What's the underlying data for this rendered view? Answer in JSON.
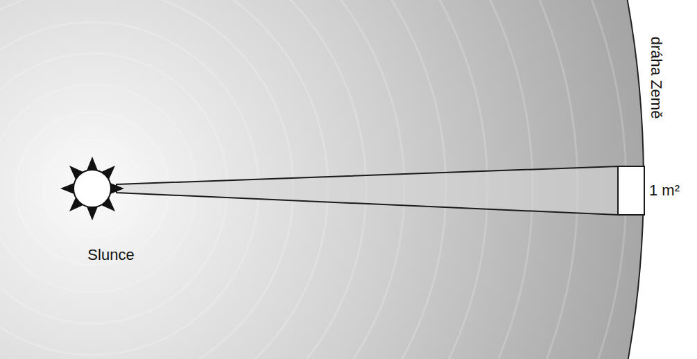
{
  "diagram": {
    "labels": [
      "Slunce",
      "dráha Země",
      "1 m²"
    ]
  }
}
